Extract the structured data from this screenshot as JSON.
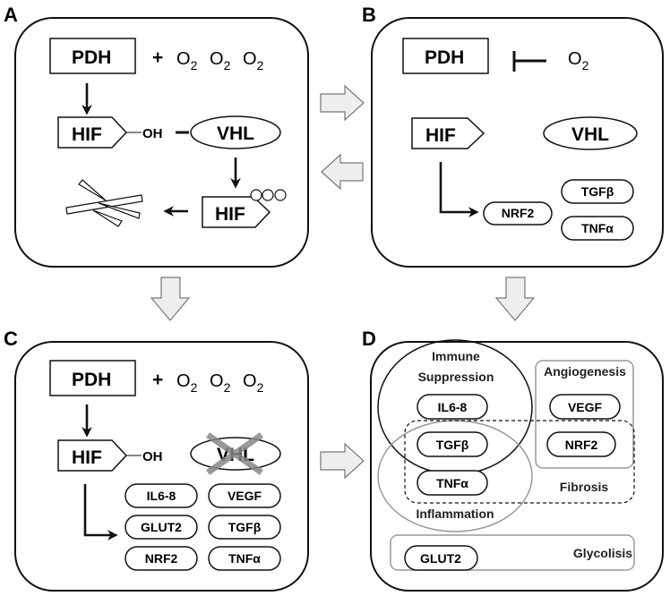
{
  "panels": {
    "a": {
      "label": "A",
      "pdh": "PDH",
      "plus": "+",
      "o2": [
        "O",
        "2"
      ],
      "hif": "HIF",
      "oh": "OH",
      "vhl": "VHL",
      "hif_ub": "HIF"
    },
    "b": {
      "label": "B",
      "pdh": "PDH",
      "o2": [
        "O",
        "2"
      ],
      "hif": "HIF",
      "vhl": "VHL",
      "genes": [
        "NRF2",
        "TGFβ",
        "TNFα"
      ]
    },
    "c": {
      "label": "C",
      "pdh": "PDH",
      "plus": "+",
      "o2": [
        "O",
        "2"
      ],
      "hif": "HIF",
      "oh": "OH",
      "vhl": "VHL",
      "genes": [
        "IL6-8",
        "VEGF",
        "GLUT2",
        "TGFβ",
        "NRF2",
        "TNFα"
      ]
    },
    "d": {
      "label": "D",
      "immune_1": "Immune",
      "immune_2": "Suppression",
      "angiogenesis": "Angiogenesis",
      "fibrosis": "Fibrosis",
      "inflammation": "Inflammation",
      "glycolisis": "Glycolisis",
      "genes": {
        "il6": "IL6-8",
        "tgfb": "TGFβ",
        "tnfa": "TNFα",
        "vegf": "VEGF",
        "nrf2": "NRF2",
        "glut2": "GLUT2"
      }
    }
  }
}
